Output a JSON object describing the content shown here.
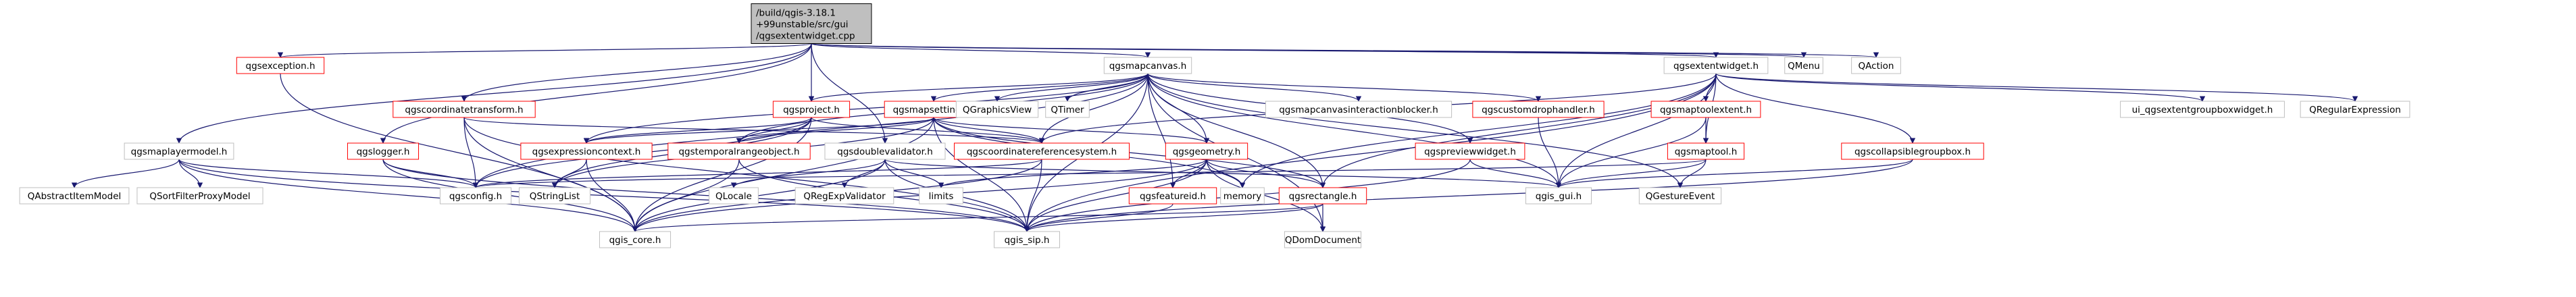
{
  "colors": {
    "edge": "#191970",
    "edge_alt": "#191970",
    "node_border_linked": "#ff0000",
    "node_border_plain": "#bfbfbf",
    "node_border_root": "#000000",
    "root_fill": "#bfbfbf"
  },
  "diagram": {
    "root": {
      "id": "root",
      "lines": [
        "/build/qgis-3.18.1",
        "+99unstable/src/gui",
        "/qgsextentwidget.cpp"
      ]
    },
    "nodes": [
      {
        "id": "qgsexception",
        "label": "qgsexception.h",
        "style": "linked"
      },
      {
        "id": "qgsproject",
        "label": "qgsproject.h",
        "style": "linked"
      },
      {
        "id": "qgsmapcanvas",
        "label": "qgsmapcanvas.h",
        "style": "plain"
      },
      {
        "id": "qgsextentwidget",
        "label": "qgsextentwidget.h",
        "style": "plain"
      },
      {
        "id": "QMenu",
        "label": "QMenu",
        "style": "plain"
      },
      {
        "id": "QAction",
        "label": "QAction",
        "style": "plain"
      },
      {
        "id": "qgscoordinatetransform",
        "label": "qgscoordinatetransform.h",
        "style": "linked"
      },
      {
        "id": "qgsmapsettings",
        "label": "qgsmapsettings.h",
        "style": "linked"
      },
      {
        "id": "QGraphicsView",
        "label": "QGraphicsView",
        "style": "plain"
      },
      {
        "id": "QTimer",
        "label": "QTimer",
        "style": "plain"
      },
      {
        "id": "qgsmapcanvasinteractionblocker",
        "label": "qgsmapcanvasinteractionblocker.h",
        "style": "plain"
      },
      {
        "id": "qgscustomdrophandler",
        "label": "qgscustomdrophandler.h",
        "style": "linked"
      },
      {
        "id": "qgsmaptoolextent",
        "label": "qgsmaptoolextent.h",
        "style": "linked"
      },
      {
        "id": "ui_qgsextentgroupboxwidget",
        "label": "ui_qgsextentgroupboxwidget.h",
        "style": "plain"
      },
      {
        "id": "QRegularExpression",
        "label": "QRegularExpression",
        "style": "plain"
      },
      {
        "id": "qgsmaplayermodel",
        "label": "qgsmaplayermodel.h",
        "style": "plain"
      },
      {
        "id": "qgslogger",
        "label": "qgslogger.h",
        "style": "linked"
      },
      {
        "id": "qgsexpressioncontext",
        "label": "qgsexpressioncontext.h",
        "style": "linked"
      },
      {
        "id": "qgstemporalrangeobject",
        "label": "qgstemporalrangeobject.h",
        "style": "linked"
      },
      {
        "id": "qgsdoublevalidator",
        "label": "qgsdoublevalidator.h",
        "style": "plain"
      },
      {
        "id": "qgscoordinatereferencesystem",
        "label": "qgscoordinatereferencesystem.h",
        "style": "linked"
      },
      {
        "id": "qgsgeometry",
        "label": "qgsgeometry.h",
        "style": "linked"
      },
      {
        "id": "qgspreviewquadrilateral",
        "label": "qgspreviewwidget.h",
        "style": "linked"
      },
      {
        "id": "qgsmaptool",
        "label": "qgsmaptool.h",
        "style": "linked"
      },
      {
        "id": "qgscollapsiblegroupbox",
        "label": "qgscollapsiblegroupbox.h",
        "style": "linked"
      },
      {
        "id": "QAbstractItemModel",
        "label": "QAbstractItemModel",
        "style": "plain"
      },
      {
        "id": "QSortFilterProxyModel",
        "label": "QSortFilterProxyModel",
        "style": "plain"
      },
      {
        "id": "qgsconfig",
        "label": "qgsconfig.h",
        "style": "plain"
      },
      {
        "id": "QStringList",
        "label": "QStringList",
        "style": "plain"
      },
      {
        "id": "QLocale",
        "label": "QLocale",
        "style": "plain"
      },
      {
        "id": "QRegExpValidator",
        "label": "QRegExpValidator",
        "style": "plain"
      },
      {
        "id": "limits",
        "label": "limits",
        "style": "plain"
      },
      {
        "id": "qgsfeatureid",
        "label": "qgsfeatureid.h",
        "style": "linked"
      },
      {
        "id": "memory",
        "label": "memory",
        "style": "plain"
      },
      {
        "id": "qgsrectangle",
        "label": "qgsrectangle.h",
        "style": "linked"
      },
      {
        "id": "qgis_gui",
        "label": "qgis_gui.h",
        "style": "plain"
      },
      {
        "id": "QGestureEvent",
        "label": "QGestureEvent",
        "style": "plain"
      },
      {
        "id": "qgis_core",
        "label": "qgis_core.h",
        "style": "plain"
      },
      {
        "id": "qgis_sip",
        "label": "qgis_sip.h",
        "style": "plain"
      },
      {
        "id": "QDomDocument",
        "label": "QDomDocument",
        "style": "plain"
      }
    ],
    "edges": [
      [
        "root",
        "qgsexception"
      ],
      [
        "root",
        "qgsproject"
      ],
      [
        "root",
        "qgsmapcanvas"
      ],
      [
        "root",
        "qgsextentwidget"
      ],
      [
        "root",
        "QMenu"
      ],
      [
        "root",
        "QAction"
      ],
      [
        "root",
        "qgscoordinatetransform"
      ],
      [
        "root",
        "qgsmaplayermodel"
      ],
      [
        "root",
        "qgslogger"
      ],
      [
        "root",
        "qgsdoublevalidator"
      ],
      [
        "qgsexception",
        "qgis_core"
      ],
      [
        "qgsproject",
        "qgsexpressioncontext"
      ],
      [
        "qgsproject",
        "qgstemporalrangeobject"
      ],
      [
        "qgsproject",
        "qgscoordinatereferencesystem"
      ],
      [
        "qgsproject",
        "qgis_core"
      ],
      [
        "qgsproject",
        "qgsconfig"
      ],
      [
        "qgsproject",
        "QStringList"
      ],
      [
        "qgsmapcanvas",
        "qgsmapsettings"
      ],
      [
        "qgsmapcanvas",
        "QGraphicsView"
      ],
      [
        "qgsmapcanvas",
        "QTimer"
      ],
      [
        "qgsmapcanvas",
        "qgsmapcanvasinteractionblocker"
      ],
      [
        "qgsmapcanvas",
        "qgscustomdrophandler"
      ],
      [
        "qgsmapcanvas",
        "qgsproject"
      ],
      [
        "qgsmapcanvas",
        "qgsgeometry"
      ],
      [
        "qgsmapcanvas",
        "qgsrectangle"
      ],
      [
        "qgsmapcanvas",
        "qgis_gui"
      ],
      [
        "qgsmapcanvas",
        "qgsconfig"
      ],
      [
        "qgsmapcanvas",
        "qgsexpressioncontext"
      ],
      [
        "qgsmapcanvas",
        "qgsfeatureid"
      ],
      [
        "qgsmapcanvas",
        "QGestureEvent"
      ],
      [
        "qgsmapcanvas",
        "qgis_sip"
      ],
      [
        "qgsmapcanvas",
        "QDomDocument"
      ],
      [
        "qgsmapcanvas",
        "qgscoordinatereferencesystem"
      ],
      [
        "qgsmapcanvas",
        "qgspreviewquadrilateral"
      ],
      [
        "qgsmapcanvas",
        "qgstemporalrangeobject"
      ],
      [
        "qgsextentwidget",
        "qgsmaptoolextent"
      ],
      [
        "qgsextentwidget",
        "ui_qgsextentgroupboxwidget"
      ],
      [
        "qgsextentwidget",
        "QRegularExpression"
      ],
      [
        "qgsextentwidget",
        "qgscollapsiblegroupbox"
      ],
      [
        "qgsextentwidget",
        "qgsrectangle"
      ],
      [
        "qgsextentwidget",
        "qgscoordinatereferencesystem"
      ],
      [
        "qgsextentwidget",
        "qgis_gui"
      ],
      [
        "qgsextentwidget",
        "memory"
      ],
      [
        "qgsextentwidget",
        "qgsmaptool"
      ],
      [
        "qgsextentwidget",
        "qgis_sip"
      ],
      [
        "qgscoordinatetransform",
        "qgscoordinatereferencesystem"
      ],
      [
        "qgscoordinatetransform",
        "qgsconfig"
      ],
      [
        "qgscoordinatetransform",
        "qgis_core"
      ],
      [
        "qgscoordinatetransform",
        "qgis_sip"
      ],
      [
        "qgsmapsettings",
        "qgsexpressioncontext"
      ],
      [
        "qgsmapsettings",
        "qgstemporalrangeobject"
      ],
      [
        "qgsmapsettings",
        "qgscoordinatereferencesystem"
      ],
      [
        "qgsmapsettings",
        "qgsgeometry"
      ],
      [
        "qgsmapsettings",
        "QStringList"
      ],
      [
        "qgsmapsettings",
        "qgsrectangle"
      ],
      [
        "qgsmapsettings",
        "qgis_core"
      ],
      [
        "qgsmapsettings",
        "qgis_sip"
      ],
      [
        "qgsmapsettings",
        "memory"
      ],
      [
        "qgscustomdrophandler",
        "qgis_gui"
      ],
      [
        "qgsmaptoolextent",
        "qgsmaptool"
      ],
      [
        "qgsmaptoolextent",
        "qgis_gui"
      ],
      [
        "qgsmaplayermodel",
        "QAbstractItemModel"
      ],
      [
        "qgsmaplayermodel",
        "QSortFilterProxyModel"
      ],
      [
        "qgsmaplayermodel",
        "qgis_core"
      ],
      [
        "qgsmaplayermodel",
        "qgis_sip"
      ],
      [
        "qgsmaplayermodel",
        "qgsconfig"
      ],
      [
        "qgslogger",
        "qgsconfig"
      ],
      [
        "qgslogger",
        "qgis_core"
      ],
      [
        "qgslogger",
        "qgis_sip"
      ],
      [
        "qgsexpressioncontext",
        "qgis_core"
      ],
      [
        "qgsexpressioncontext",
        "QStringList"
      ],
      [
        "qgstemporalrangeobject",
        "qgis_core"
      ],
      [
        "qgstemporalrangeobject",
        "qgis_sip"
      ],
      [
        "qgsdoublevalidator",
        "QLocale"
      ],
      [
        "qgsdoublevalidator",
        "QRegExpValidator"
      ],
      [
        "qgsdoublevalidator",
        "limits"
      ],
      [
        "qgsdoublevalidator",
        "qgis_core"
      ],
      [
        "qgsdoublevalidator",
        "qgis_sip"
      ],
      [
        "qgsdoublevalidator",
        "qgis_gui"
      ],
      [
        "qgscoordinatereferencesystem",
        "qgis_core"
      ],
      [
        "qgscoordinatereferencesystem",
        "qgis_sip"
      ],
      [
        "qgscoordinatereferencesystem",
        "qgsconfig"
      ],
      [
        "qgsgeometry",
        "limits"
      ],
      [
        "qgsgeometry",
        "qgsfeatureid"
      ],
      [
        "qgsgeometry",
        "memory"
      ],
      [
        "qgsgeometry",
        "qgsrectangle"
      ],
      [
        "qgsgeometry",
        "qgis_core"
      ],
      [
        "qgsgeometry",
        "qgis_sip"
      ],
      [
        "qgsgeometry",
        "QDomDocument"
      ],
      [
        "qgspreviewquadrilateral",
        "qgis_gui"
      ],
      [
        "qgspreviewquadrilateral",
        "qgis_sip"
      ],
      [
        "qgsmaptool",
        "qgis_gui"
      ],
      [
        "qgsmaptool",
        "QGestureEvent"
      ],
      [
        "qgsmaptool",
        "qgsconfig"
      ],
      [
        "qgscollapsiblegroupbox",
        "qgis_gui"
      ],
      [
        "qgscollapsiblegroupbox",
        "qgis_sip"
      ],
      [
        "qgsfeatureid",
        "qgis_sip"
      ],
      [
        "qgsrectangle",
        "qgis_core"
      ],
      [
        "qgsrectangle",
        "qgis_sip"
      ],
      [
        "qgsrectangle",
        "QDomDocument"
      ]
    ]
  }
}
